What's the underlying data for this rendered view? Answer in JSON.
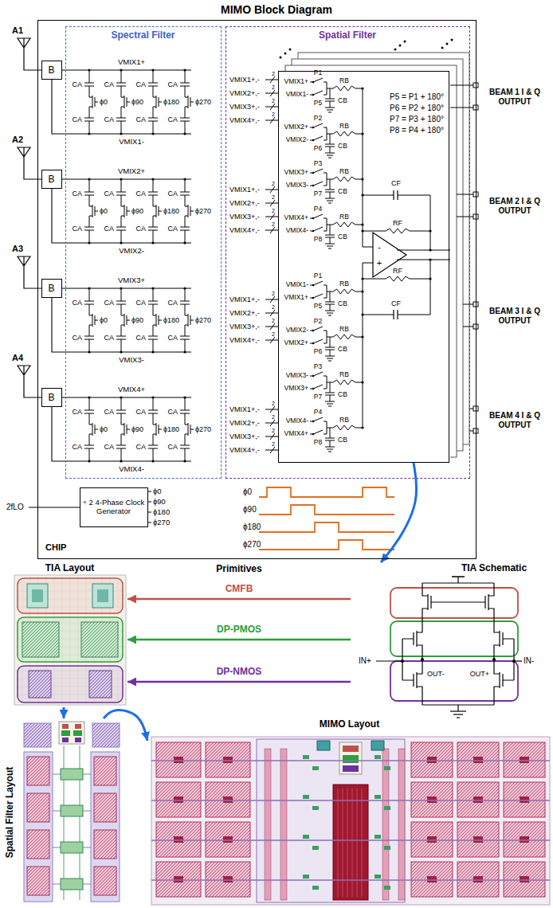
{
  "diagram": {
    "title": "MIMO Block Diagram",
    "nodes": [
      {
        "text": [
          "CHIP"
        ]
      },
      {
        "text": [
          "Spectral Filter"
        ],
        "in": 0
      },
      {
        "text": [
          "Spatial Filter"
        ],
        "in": 0
      },
      {
        "text": [
          "B"
        ],
        "in": 0
      },
      {
        "text": [
          "B"
        ],
        "in": 0
      },
      {
        "text": [
          "B"
        ],
        "in": 0
      },
      {
        "text": [
          "B"
        ],
        "in": 0
      },
      {
        "text": [
          "÷ 2 4-Phase Clock Generator"
        ],
        "in": 0
      },
      {
        "text": [
          "P5 = P1 + 180°",
          "P6 = P2 + 180°",
          "P7 = P3 + 180°",
          "P8 = P4 + 180°"
        ],
        "in": 2
      },
      {
        "text": [
          "TIA Layout"
        ]
      },
      {
        "text": [
          "TIA Schematic"
        ]
      },
      {
        "text": [
          "Spatial Filter Layout"
        ]
      },
      {
        "text": [
          "MIMO Layout"
        ]
      }
    ],
    "edges": [
      {
        "from": 8,
        "to": 10,
        "arrow": "to"
      },
      {
        "from": 10,
        "to": 9,
        "label": "CMFB",
        "arrow": "to"
      },
      {
        "from": 10,
        "to": 9,
        "label": "DP-PMOS",
        "arrow": "to"
      },
      {
        "from": 10,
        "to": 9,
        "label": "DP-NMOS",
        "arrow": "to"
      },
      {
        "from": 9,
        "to": 11,
        "arrow": "to"
      },
      {
        "from": 11,
        "to": 12,
        "arrow": "to"
      }
    ],
    "labels": [
      "A1",
      "A2",
      "A3",
      "A4",
      "VMIX1+",
      "CA",
      "CA",
      "CA",
      "CA",
      "CA",
      "CA",
      "CA",
      "CA",
      "ϕ0",
      "ϕ90",
      "ϕ180",
      "ϕ270",
      "VMIX1-",
      "VMIX2+",
      "CA",
      "CA",
      "CA",
      "CA",
      "CA",
      "CA",
      "CA",
      "CA",
      "ϕ0",
      "ϕ90",
      "ϕ180",
      "ϕ270",
      "VMIX2-",
      "VMIX3+",
      "CA",
      "CA",
      "CA",
      "CA",
      "CA",
      "CA",
      "CA",
      "CA",
      "ϕ0",
      "ϕ90",
      "ϕ180",
      "ϕ270",
      "VMIX3-",
      "VMIX4+",
      "CA",
      "CA",
      "CA",
      "CA",
      "CA",
      "CA",
      "CA",
      "CA",
      "ϕ0",
      "ϕ90",
      "ϕ180",
      "ϕ270",
      "VMIX4-",
      "VMIX1+,-",
      "2",
      "VMIX2+,-",
      "2",
      "VMIX3+,-",
      "2",
      "VMIX4+,-",
      "2",
      "VMIX1+,-",
      "2",
      "VMIX2+,-",
      "2",
      "VMIX3+,-",
      "2",
      "VMIX4+,-",
      "2",
      "VMIX1+,-",
      "2",
      "VMIX2+,-",
      "2",
      "VMIX3+,-",
      "2",
      "VMIX4+,-",
      "2",
      "VMIX1+,-",
      "2",
      "VMIX2+,-",
      "2",
      "VMIX3+,-",
      "2",
      "VMIX4+,-",
      "2",
      "P1",
      "VMIX1+",
      "VMIX1-",
      "P5",
      "RB",
      "CB",
      "P2",
      "VMIX2+",
      "VMIX2-",
      "P6",
      "RB",
      "CB",
      "P3",
      "VMIX3+",
      "VMIX3-",
      "P7",
      "RB",
      "CB",
      "P4",
      "VMIX4+",
      "VMIX4-",
      "P8",
      "RB",
      "CB",
      "P1",
      "VMIX1-",
      "VMIX1+",
      "P5",
      "RB",
      "CB",
      "P2",
      "VMIX2-",
      "VMIX2+",
      "P6",
      "RB",
      "CB",
      "P3",
      "VMIX3-",
      "VMIX3+",
      "P7",
      "RB",
      "CB",
      "P4",
      "VMIX4-",
      "VMIX4+",
      "P8",
      "RB",
      "CB",
      "CF",
      "RF",
      "RF",
      "CF",
      "-",
      "+",
      "BEAM 1 I & Q OUTPUT",
      "BEAM 2 I & Q OUTPUT",
      "BEAM 3 I & Q OUTPUT",
      "BEAM 4 I & Q OUTPUT",
      "2fLO",
      "ϕ0",
      "ϕ90",
      "ϕ180",
      "ϕ270",
      "ϕ0",
      "ϕ90",
      "ϕ180",
      "ϕ270",
      "Primitives",
      "IN+",
      "IN-",
      "OUT-",
      "OUT+"
    ]
  }
}
